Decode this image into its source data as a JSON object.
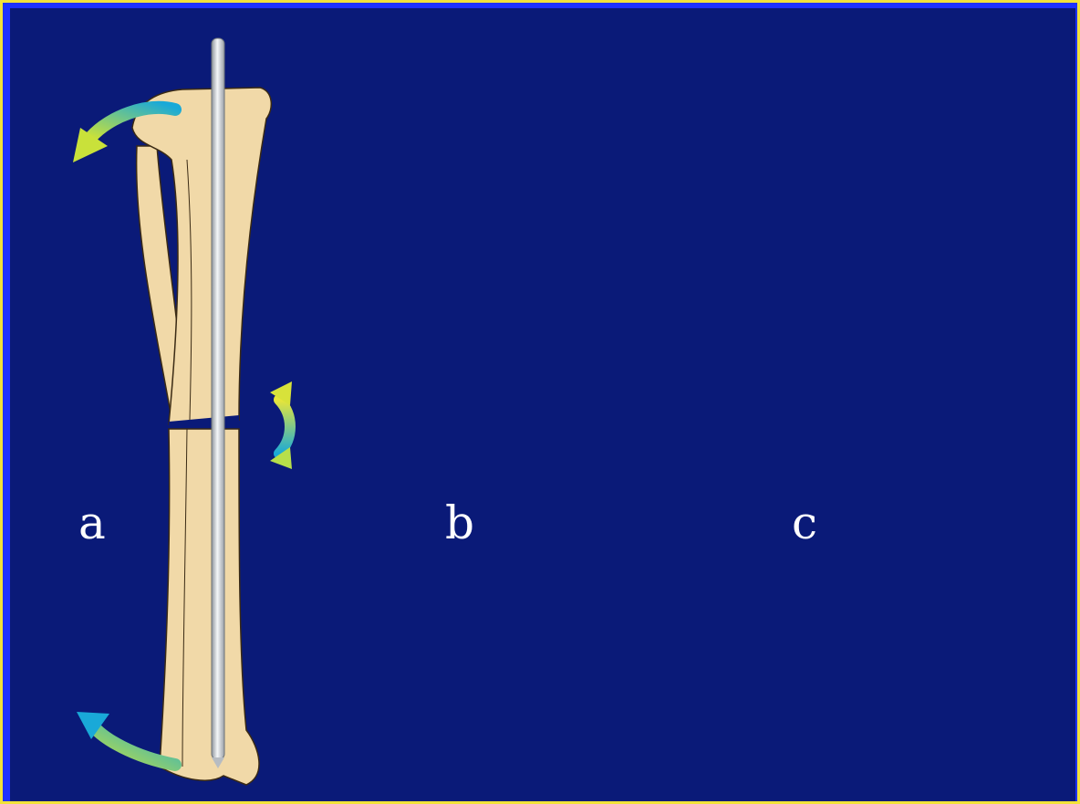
{
  "labels": {
    "a": "a",
    "b": "b",
    "c": "c"
  },
  "colors": {
    "background": "#0a1a78",
    "bone": "#f1d9a8",
    "bone_shadow": "#d8b37a",
    "outline": "#3a2a14",
    "nail": "#d9dde2",
    "arrow_start": "#19a9d8",
    "arrow_end": "#e8e63a"
  },
  "panels": [
    {
      "id": "a",
      "icons": [
        "bone-icon",
        "intramedullary-nail-icon",
        "curved-arrow-icon"
      ]
    },
    {
      "id": "b",
      "icons": [
        "bone-icon",
        "intramedullary-nail-icon",
        "rotation-arrow-icon"
      ]
    },
    {
      "id": "c",
      "icons": [
        "bone-icon",
        "intramedullary-nail-icon",
        "straight-arrow-icon"
      ]
    }
  ]
}
